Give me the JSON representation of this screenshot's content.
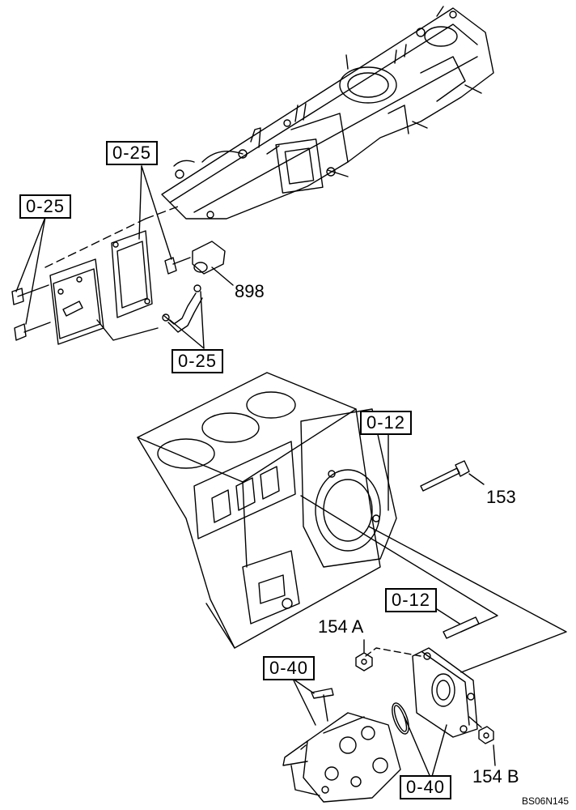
{
  "reference_boxes": {
    "ref_top_center": "0-25",
    "ref_left": "0-25",
    "ref_bottom_small": "0-25",
    "ref_block": "0-12",
    "ref_flange": "0-12",
    "ref_pump": "0-40",
    "ref_cover": "0-40"
  },
  "callouts": {
    "part_898": "898",
    "part_153": "153",
    "part_154a": "154 A",
    "part_154b": "154 B"
  },
  "drawing_id": "BS06N145"
}
